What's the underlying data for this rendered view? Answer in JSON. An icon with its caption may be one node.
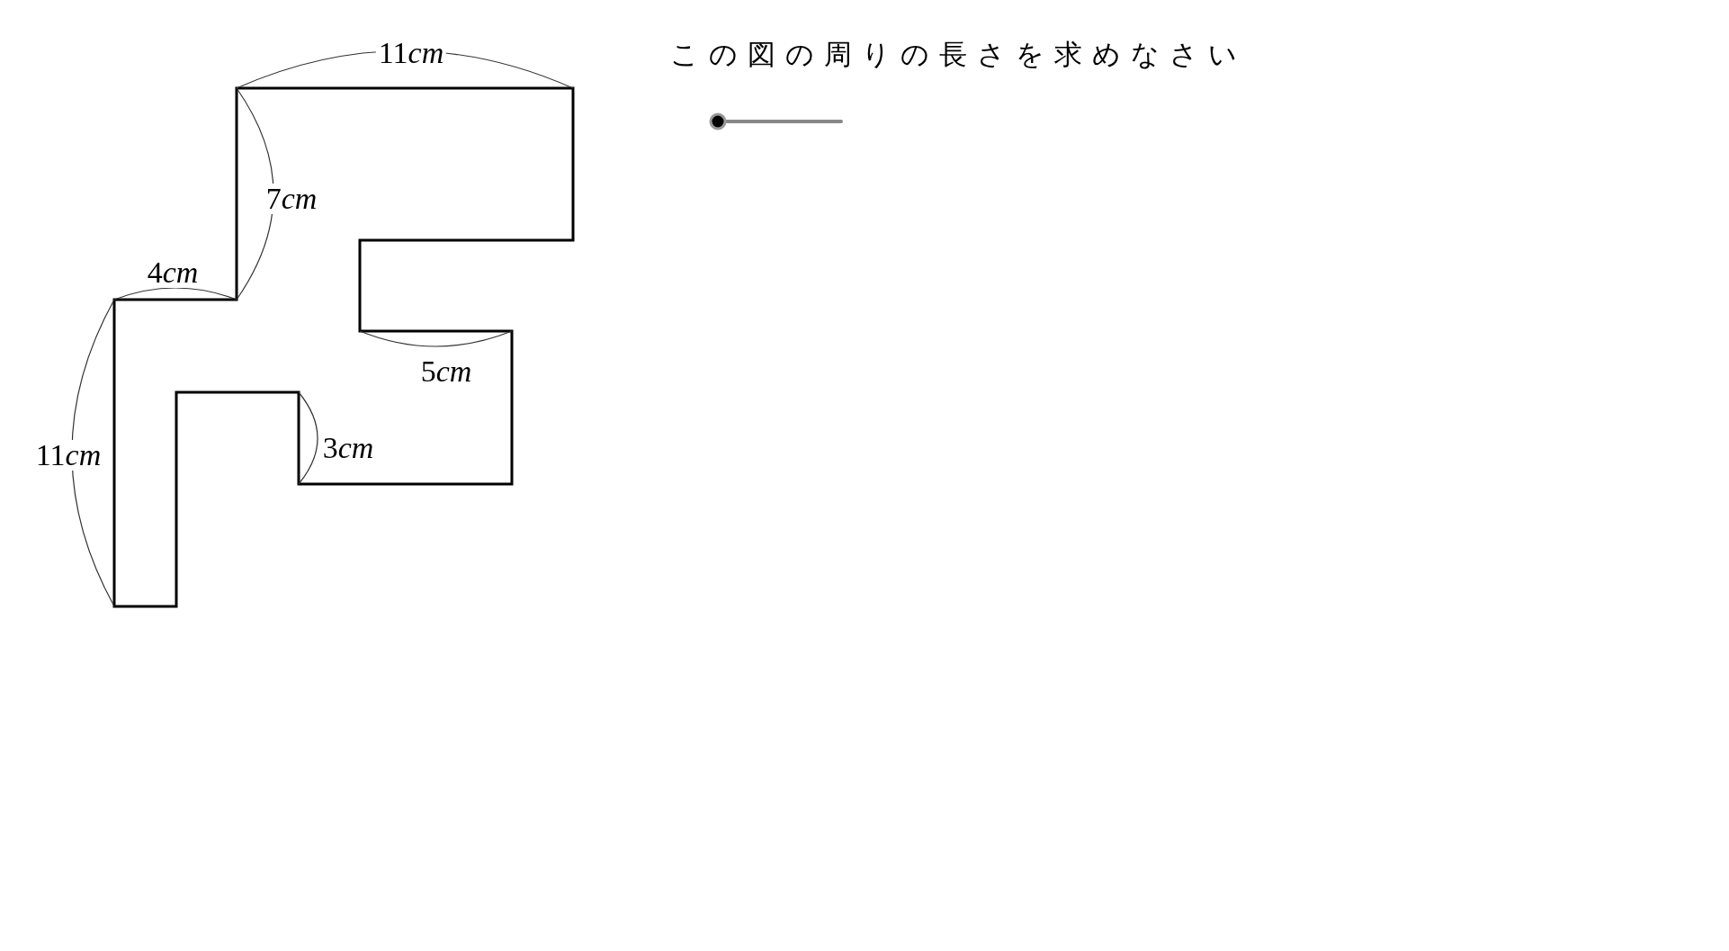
{
  "diagram": {
    "title": "この図の周りの長さを求めなさい",
    "labels": [
      "11cm",
      "7cm",
      "4cm",
      "5cm",
      "3cm",
      "11cm"
    ]
  }
}
